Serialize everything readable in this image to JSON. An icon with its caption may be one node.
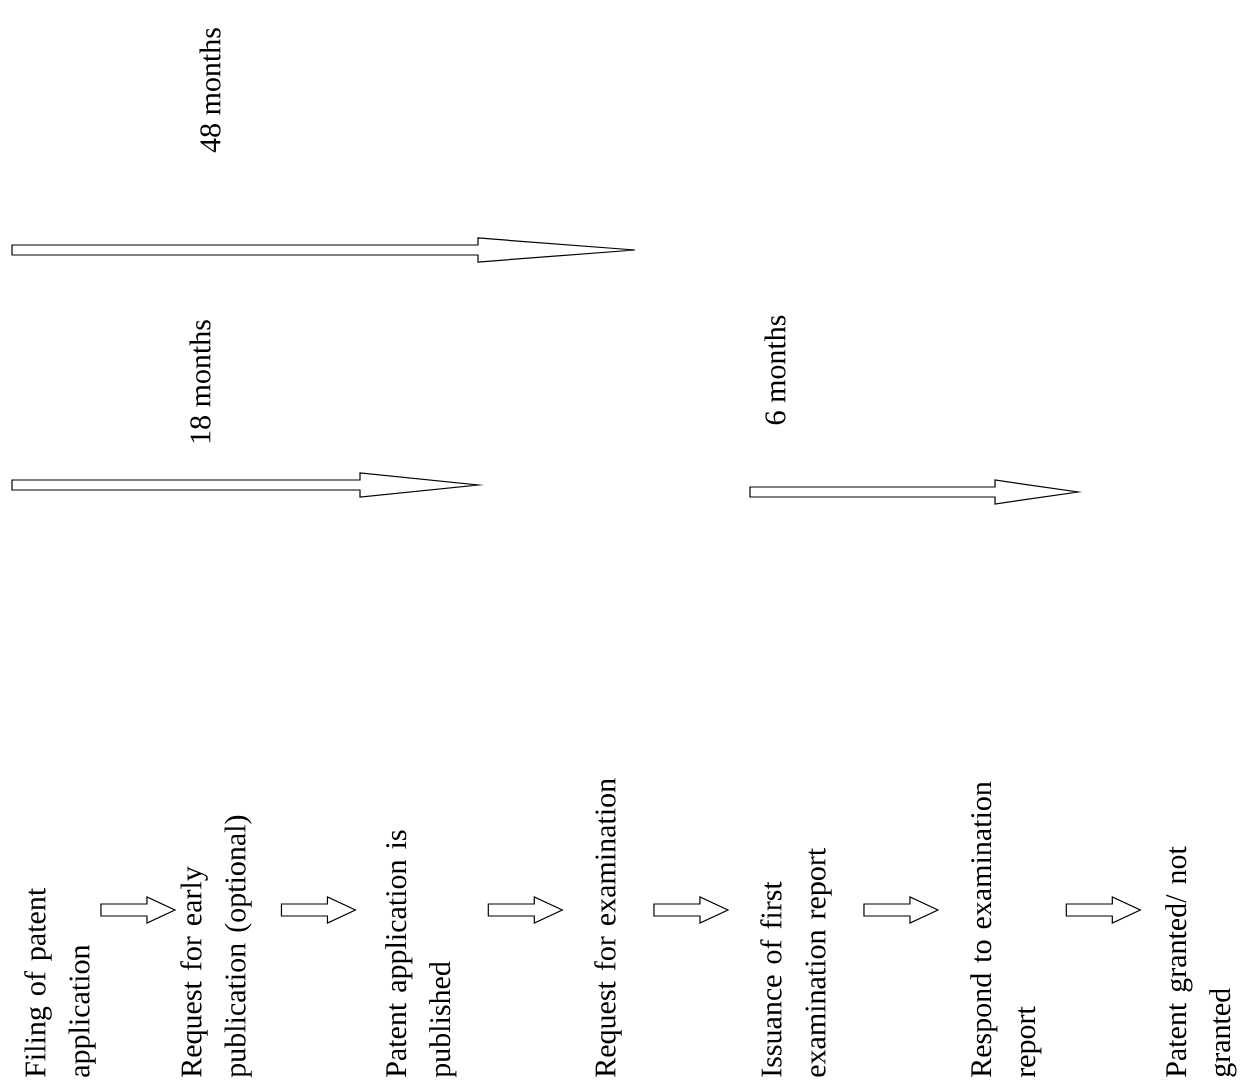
{
  "diagram": {
    "nodes": [
      {
        "text": [
          "Filing of patent application"
        ]
      },
      {
        "text": [
          "Request for early publication (optional)"
        ]
      },
      {
        "text": [
          "Patent application is published"
        ]
      },
      {
        "text": [
          "Request for examination"
        ]
      },
      {
        "text": [
          "Issuance of first examination report"
        ]
      },
      {
        "text": [
          "Respond to examination report"
        ]
      },
      {
        "text": [
          "Patent granted/ not granted"
        ]
      }
    ],
    "edges": [
      {
        "from": 0,
        "to": 1,
        "arrow": "to"
      },
      {
        "from": 1,
        "to": 2,
        "arrow": "to"
      },
      {
        "from": 2,
        "to": 3,
        "arrow": "to"
      },
      {
        "from": 3,
        "to": 4,
        "arrow": "to"
      },
      {
        "from": 4,
        "to": 5,
        "arrow": "to"
      },
      {
        "from": 5,
        "to": 6,
        "arrow": "to"
      }
    ],
    "labels": [
      "48 months",
      "18 months",
      "6 months"
    ]
  }
}
